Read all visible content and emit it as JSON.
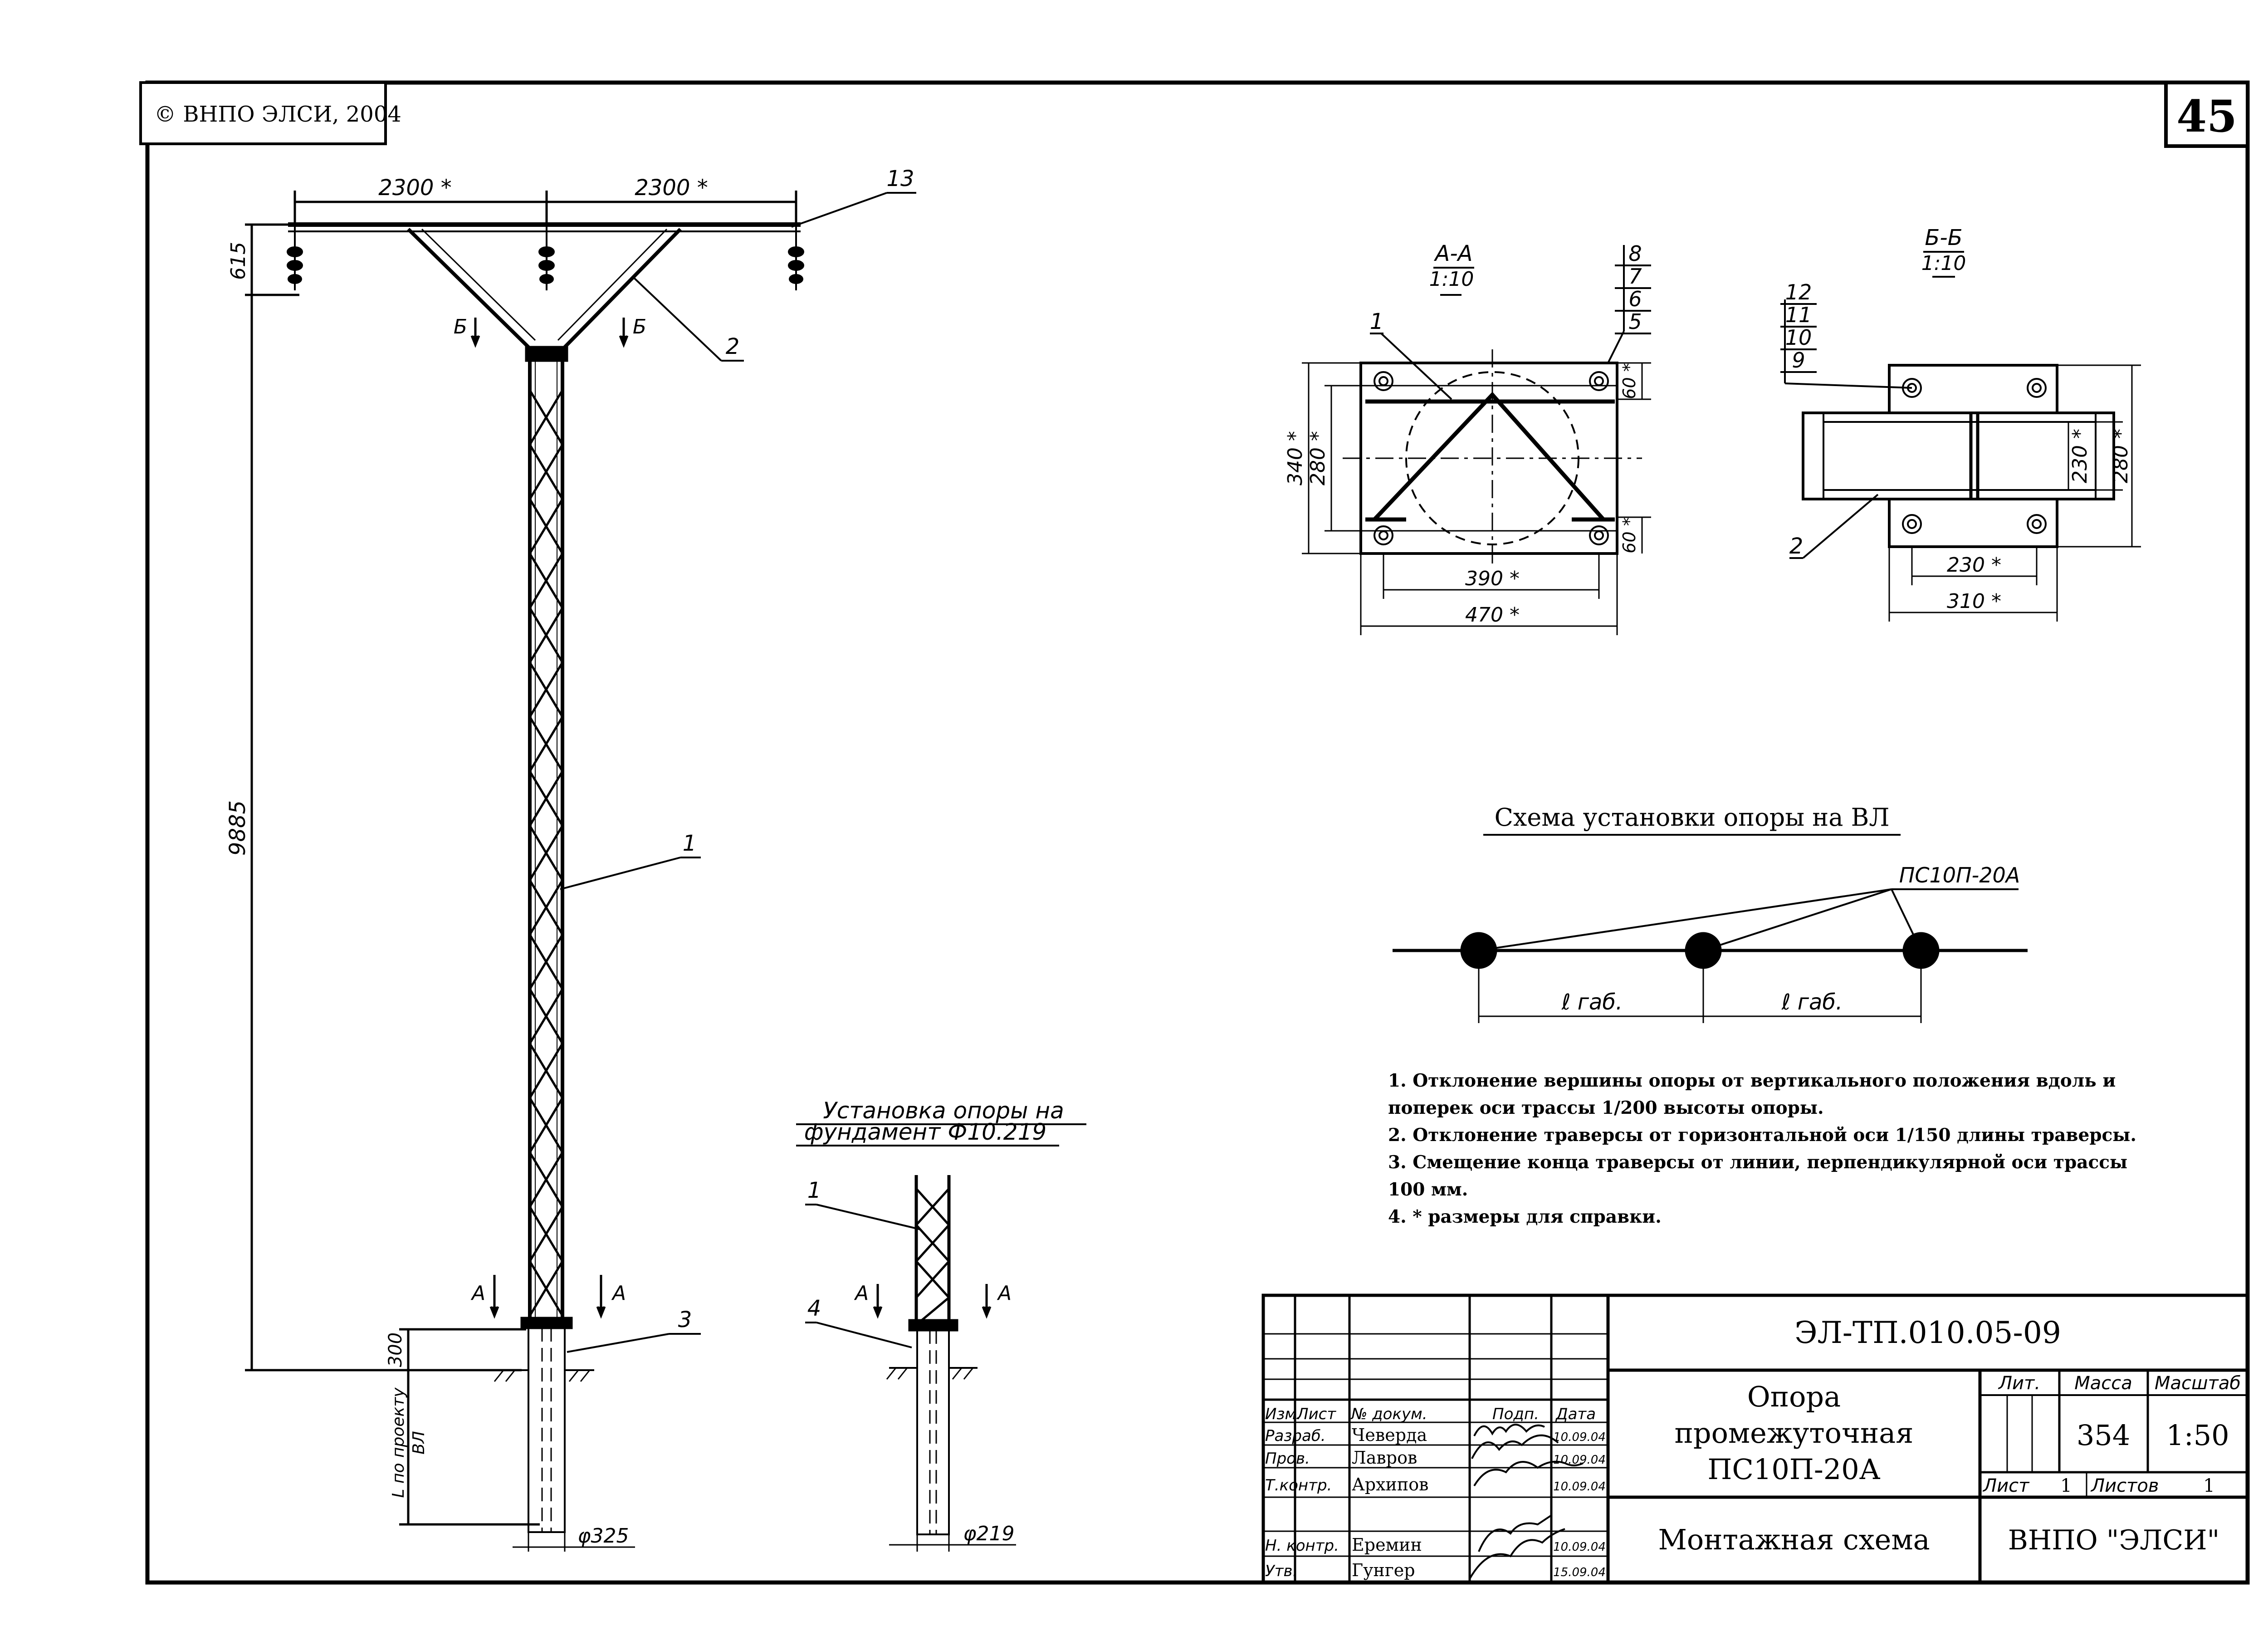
{
  "copyright": "© ВНПО ЭЛСИ, 2004",
  "sheet_number": "45",
  "main_elevation": {
    "dims": {
      "left_arm": "2300 *",
      "right_arm": "2300 *",
      "insulator_height": "615",
      "shaft_height": "9885",
      "foundation_reveal": "300",
      "depth_label_1": "L по проекту",
      "depth_label_2": "ВЛ",
      "pipe_diameter": "φ325"
    },
    "callouts": {
      "c1": "1",
      "c2": "2",
      "c3": "3",
      "c13": "13"
    },
    "section_marks": {
      "b_left": "Б",
      "b_right": "Б",
      "a_left": "А",
      "a_right": "А"
    }
  },
  "foundation_view": {
    "title_line1": "Установка опоры на",
    "title_line2": "фундамент Ф10.219",
    "callouts": {
      "c1": "1",
      "c4": "4"
    },
    "section_marks": {
      "a_left": "А",
      "a_right": "А"
    },
    "diameter": "φ219"
  },
  "section_aa": {
    "title": "А-А",
    "scale": "1:10",
    "callouts": {
      "c1": "1",
      "c5": "5",
      "c6": "6",
      "c7": "7",
      "c8": "8"
    },
    "dims": {
      "outer_h": "340 *",
      "inner_h": "280 *",
      "top_edge": "60 *",
      "bottom_edge": "60 *",
      "inner_w": "390 *",
      "outer_w": "470 *"
    }
  },
  "section_bb": {
    "title": "Б-Б",
    "scale": "1:10",
    "callouts": {
      "c2": "2",
      "c9": "9",
      "c10": "10",
      "c11": "11",
      "c12": "12"
    },
    "dims": {
      "inner_h": "230 *",
      "outer_h": "280 *",
      "inner_w": "230 *",
      "outer_w": "310 *"
    }
  },
  "line_scheme": {
    "title": "Схема установки опоры на ВЛ",
    "pole_label": "ПС10П-20А",
    "span1": "ℓ габ.",
    "span2": "ℓ габ."
  },
  "notes": [
    "1. Отклонение вершины опоры от вертикального положения вдоль и поперек оси трассы 1/200 высоты опоры.",
    "2. Отклонение траверсы от горизонтальной оси 1/150 длины траверсы.",
    "3. Смещение конца траверсы от линии, перпендикулярной оси трассы 100 мм.",
    "4. * размеры для справки."
  ],
  "title_block": {
    "doc_code": "ЭЛ-ТП.010.05-09",
    "name_line1": "Опора",
    "name_line2": "промежуточная",
    "name_line3": "ПС10П-20А",
    "sheet_title": "Монтажная схема",
    "org": "ВНПО \"ЭЛСИ\"",
    "lit_header": "Лит.",
    "mass_header": "Масса",
    "scale_header": "Масштаб",
    "mass": "354",
    "scale": "1:50",
    "sheet_label": "Лист",
    "sheet_value": "1",
    "sheets_label": "Листов",
    "sheets_value": "1",
    "col_headers": [
      "Изм.",
      "Лист",
      "№ докум.",
      "Подп.",
      "Дата"
    ],
    "rows": [
      {
        "role": "Разраб.",
        "name": "Чеверда",
        "date": "10.09.04"
      },
      {
        "role": "Пров.",
        "name": "Лавров",
        "date": "10.09.04"
      },
      {
        "role": "Т.контр.",
        "name": "Архипов",
        "date": "10.09.04"
      },
      {
        "role": "Н. контр.",
        "name": "Еремин",
        "date": "10.09.04"
      },
      {
        "role": "Утв.",
        "name": "Гунгер",
        "date": "15.09.04"
      }
    ]
  }
}
